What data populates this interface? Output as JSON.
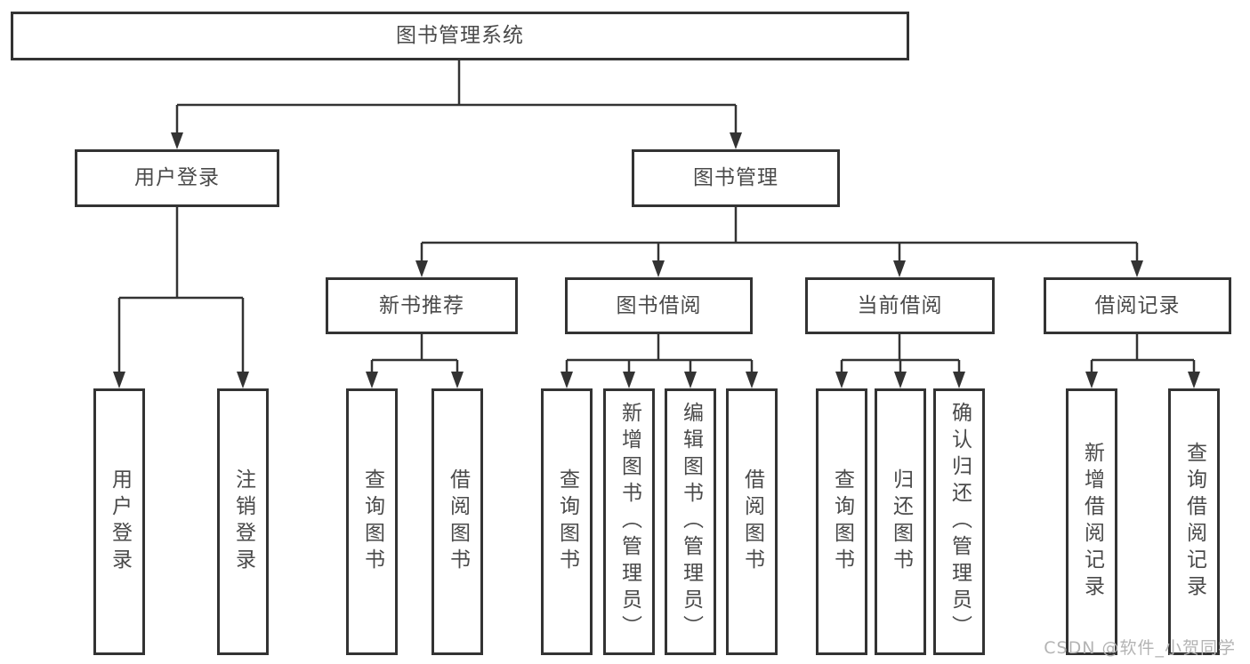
{
  "diagram": {
    "root": "图书管理系统",
    "user_login": {
      "label": "用户登录",
      "children": [
        "用户登录",
        "注销登录"
      ]
    },
    "book_mgmt": {
      "label": "图书管理"
    },
    "new_book_rec": {
      "label": "新书推荐",
      "children": [
        "查询图书",
        "借阅图书"
      ]
    },
    "book_borrow": {
      "label": "图书借阅",
      "children": [
        "查询图书",
        "新增图书（管理员）",
        "编辑图书（管理员）",
        "借阅图书"
      ]
    },
    "current_borrow": {
      "label": "当前借阅",
      "children": [
        "查询图书",
        "归还图书",
        "确认归还（管理员）"
      ]
    },
    "borrow_records": {
      "label": "借阅记录",
      "children": [
        "新增借阅记录",
        "查询借阅记录"
      ]
    }
  },
  "watermark": "CSDN @软件_小贺同学",
  "colors": {
    "line": "#333333",
    "text": "#4a4a4a",
    "watermark": "#b4b4b4",
    "background": "#ffffff"
  }
}
